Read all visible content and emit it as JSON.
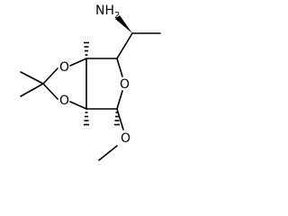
{
  "molecule": {
    "atom_labels": {
      "amine": "NH",
      "amine_subscript": "2",
      "oxygen_dioxolane_upper": "O",
      "oxygen_dioxolane_lower": "O",
      "oxygen_ring": "O",
      "oxygen_methoxy": "O"
    },
    "colors": {
      "bonds": "#000000",
      "text": "#000000",
      "background": "#ffffff"
    }
  }
}
